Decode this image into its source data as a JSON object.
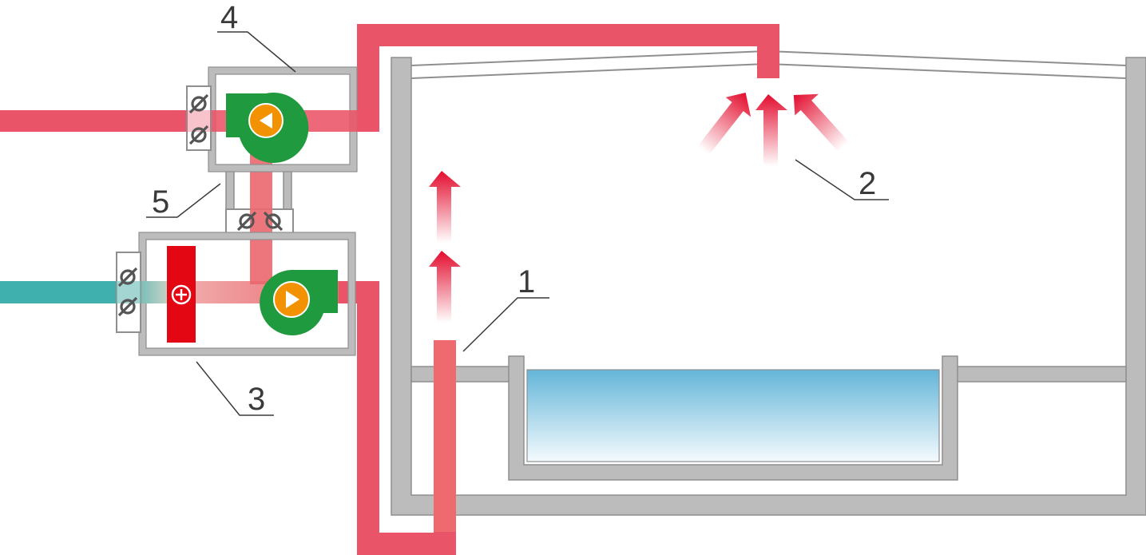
{
  "colors": {
    "duct_warm": "#ea5468",
    "duct_warm_inner": "#ef6a6f",
    "duct_cold": "#3fb0ad",
    "housing_gray": "#bdbcbc",
    "fan_green": "#1f9a3e",
    "fan_orange": "#f39200",
    "heater_red": "#e30613",
    "pool_blue_top": "#63b5d8",
    "pool_blue_bottom": "#f4fafd",
    "arrow_red": "#e30d2e",
    "callout_line": "#3a3a3a"
  },
  "icons": {
    "damper": "damper-icon",
    "fan": "fan-icon",
    "heater": "heater-icon",
    "airflow_arrow": "airflow-arrow-icon"
  },
  "callouts": [
    {
      "id": "supply-duct-outlet",
      "label": "1"
    },
    {
      "id": "extract-air-intake",
      "label": "2"
    },
    {
      "id": "supply-unit",
      "label": "3"
    },
    {
      "id": "extract-unit",
      "label": "4"
    },
    {
      "id": "recirculation-link",
      "label": "5"
    }
  ]
}
